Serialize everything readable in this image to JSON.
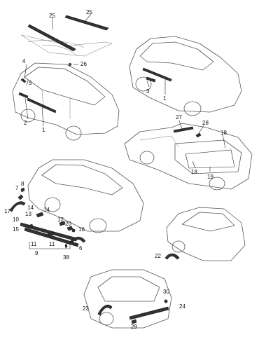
{
  "labels": [
    "25",
    "25",
    "26",
    "4",
    "5",
    "2",
    "1",
    "3",
    "1",
    "27",
    "28",
    "18",
    "18",
    "19",
    "7",
    "8",
    "17",
    "14",
    "10",
    "13",
    "14",
    "12",
    "20",
    "16",
    "15",
    "11",
    "11",
    "9",
    "6",
    "38",
    "22",
    "30",
    "23",
    "24",
    "29"
  ]
}
